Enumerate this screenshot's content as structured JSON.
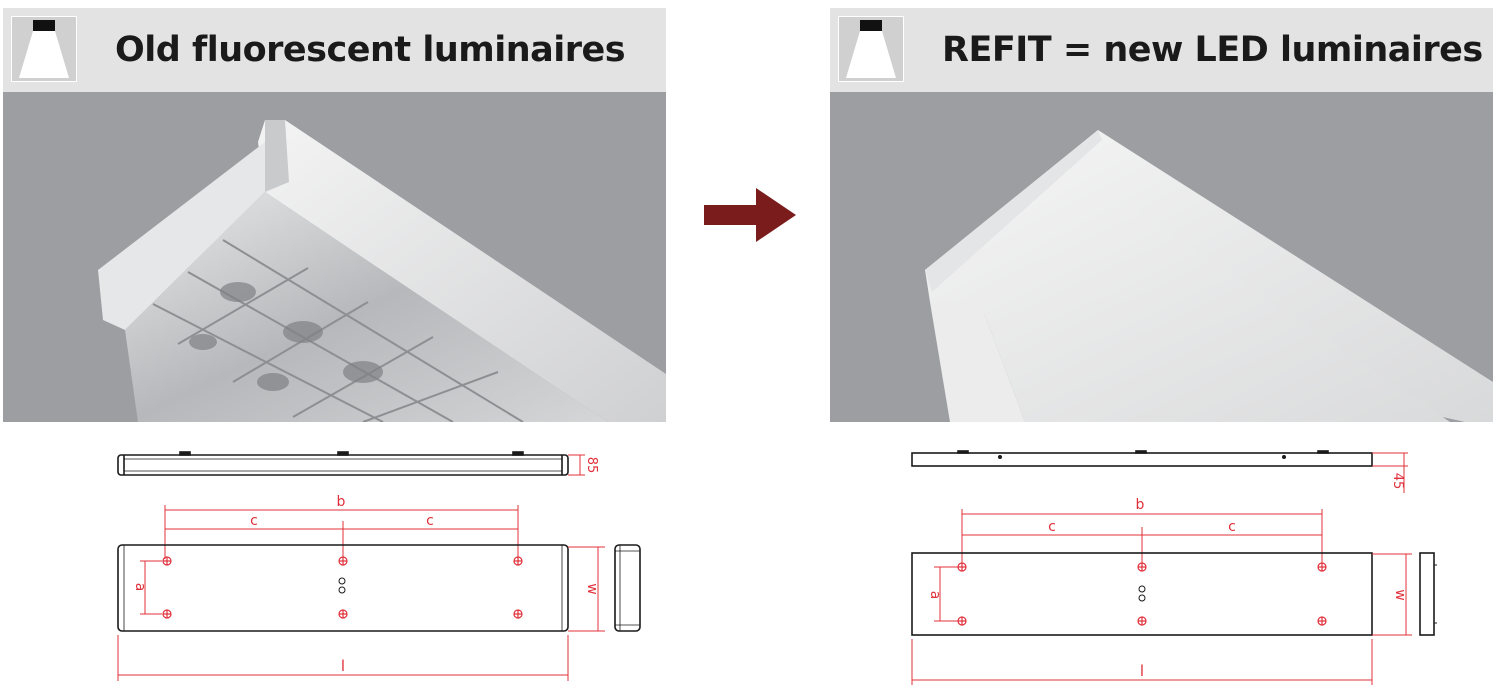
{
  "panels": {
    "old": {
      "title": "Old fluorescent luminaires"
    },
    "refit": {
      "title": "REFIT = new LED luminaires"
    }
  },
  "old_drawing": {
    "height_dim": "85",
    "label_b": "b",
    "label_c1": "c",
    "label_c2": "c",
    "label_a": "a",
    "label_w": "w",
    "label_l": "l"
  },
  "new_drawing": {
    "height_dim": "45",
    "label_b": "b",
    "label_c1": "c",
    "label_c2": "c",
    "label_a": "a",
    "label_w": "w",
    "label_l": "l"
  },
  "colors": {
    "header_bg": "#e3e3e3",
    "photo_bg": "#9d9ea2",
    "arrow": "#7b1c1c",
    "dimension": "#e0303a",
    "outline": "#1a1a1a"
  },
  "icons": [
    "luminaire-icon",
    "arrow-right-icon",
    "mounting-hole-icon"
  ]
}
